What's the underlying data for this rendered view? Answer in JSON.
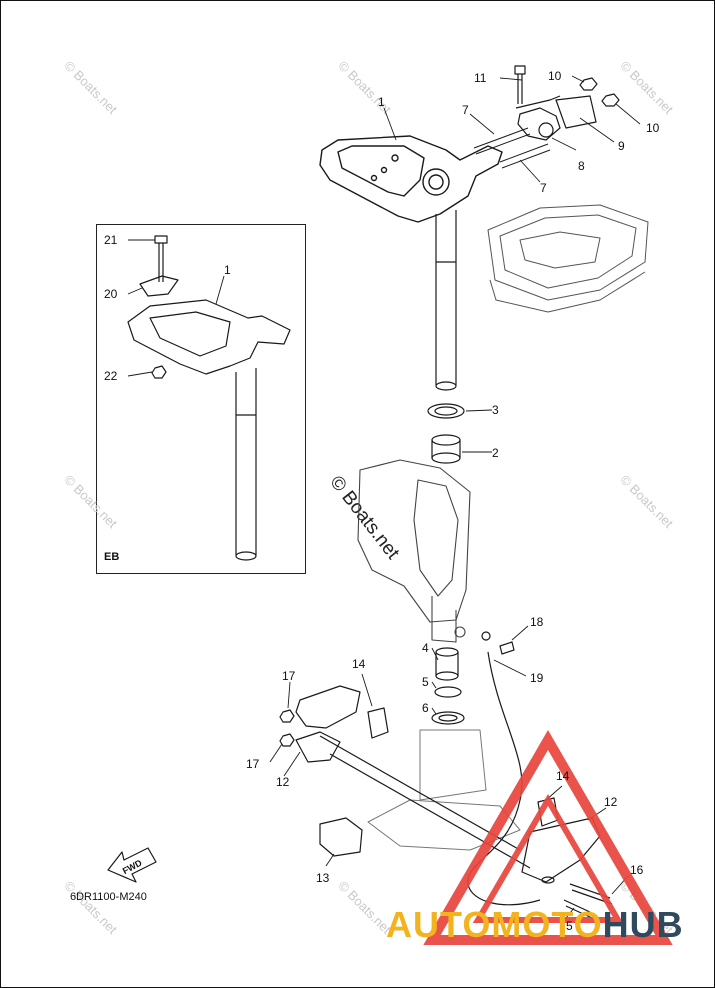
{
  "callouts": [
    {
      "id": "c1",
      "text": "1"
    },
    {
      "id": "c2",
      "text": "2"
    },
    {
      "id": "c3",
      "text": "3"
    },
    {
      "id": "c4",
      "text": "4"
    },
    {
      "id": "c5",
      "text": "5"
    },
    {
      "id": "c6",
      "text": "6"
    },
    {
      "id": "c7a",
      "text": "7"
    },
    {
      "id": "c7b",
      "text": "7"
    },
    {
      "id": "c8",
      "text": "8"
    },
    {
      "id": "c9",
      "text": "9"
    },
    {
      "id": "c10a",
      "text": "10"
    },
    {
      "id": "c10b",
      "text": "10"
    },
    {
      "id": "c11",
      "text": "11"
    },
    {
      "id": "c12a",
      "text": "12"
    },
    {
      "id": "c12b",
      "text": "12"
    },
    {
      "id": "c13",
      "text": "13"
    },
    {
      "id": "c14a",
      "text": "14"
    },
    {
      "id": "c14b",
      "text": "14"
    },
    {
      "id": "c16",
      "text": "16"
    },
    {
      "id": "c17a",
      "text": "17"
    },
    {
      "id": "c17b",
      "text": "17"
    },
    {
      "id": "c18",
      "text": "18"
    },
    {
      "id": "c19",
      "text": "19"
    },
    {
      "id": "c20",
      "text": "20"
    },
    {
      "id": "c21",
      "text": "21"
    },
    {
      "id": "c22",
      "text": "22"
    },
    {
      "id": "c1i",
      "text": "1"
    },
    {
      "id": "c5b",
      "text": "5"
    }
  ],
  "inset": {
    "tag": "EB"
  },
  "fwd_label": "FWD",
  "drawing_code": "6DR1100-M240",
  "watermark": {
    "small": "© Boats.net",
    "big": "© Boats.net"
  },
  "logo": {
    "part_a": "AUTOMOTO",
    "part_b": "HUB",
    "colors": {
      "triangle": "#e8453c",
      "part_a": "#f2b31e",
      "part_b": "#2f4a5e"
    }
  }
}
